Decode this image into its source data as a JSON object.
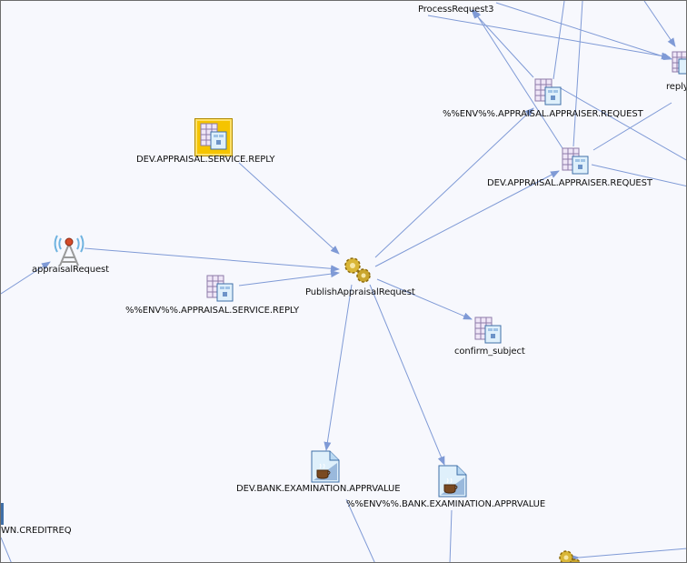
{
  "colors": {
    "edge": "#7f9ad6",
    "background": "#f7f8fd",
    "selected": "#f5c400"
  },
  "nodes": {
    "process_request3": {
      "label": "ProcessRequest3",
      "icon": "subject-icon"
    },
    "reply_partial": {
      "label": "reply",
      "icon": "queue-icon"
    },
    "env_appraiser_request": {
      "label": "%%ENV%%.APPRAISAL.APPRAISER.REQUEST",
      "icon": "queue-icon"
    },
    "dev_appraiser_request": {
      "label": "DEV.APPRAISAL.APPRAISER.REQUEST",
      "icon": "queue-icon"
    },
    "dev_service_reply": {
      "label": "DEV.APPRAISAL.SERVICE.REPLY",
      "icon": "queue-icon",
      "selected": true
    },
    "appraisal_request": {
      "label": "appraisalRequest",
      "icon": "broadcast-antenna-icon"
    },
    "publish_appraisal_request": {
      "label": "PublishAppraisalRequest",
      "icon": "process-gears-icon"
    },
    "env_service_reply": {
      "label": "%%ENV%%.APPRAISAL.SERVICE.REPLY",
      "icon": "queue-icon"
    },
    "confirm_subject": {
      "label": "confirm_subject",
      "icon": "queue-icon"
    },
    "dev_bank_examination": {
      "label": "DEV.BANK.EXAMINATION.APPRVALUE",
      "icon": "java-document-icon"
    },
    "env_bank_examination": {
      "label": "%%ENV%%.BANK.EXAMINATION.APPRVALUE",
      "icon": "java-document-icon"
    },
    "own_creditreq": {
      "label": "WN.CREDITREQ",
      "icon": "queue-icon"
    },
    "bottom_process": {
      "label": "",
      "icon": "process-gears-icon"
    }
  }
}
